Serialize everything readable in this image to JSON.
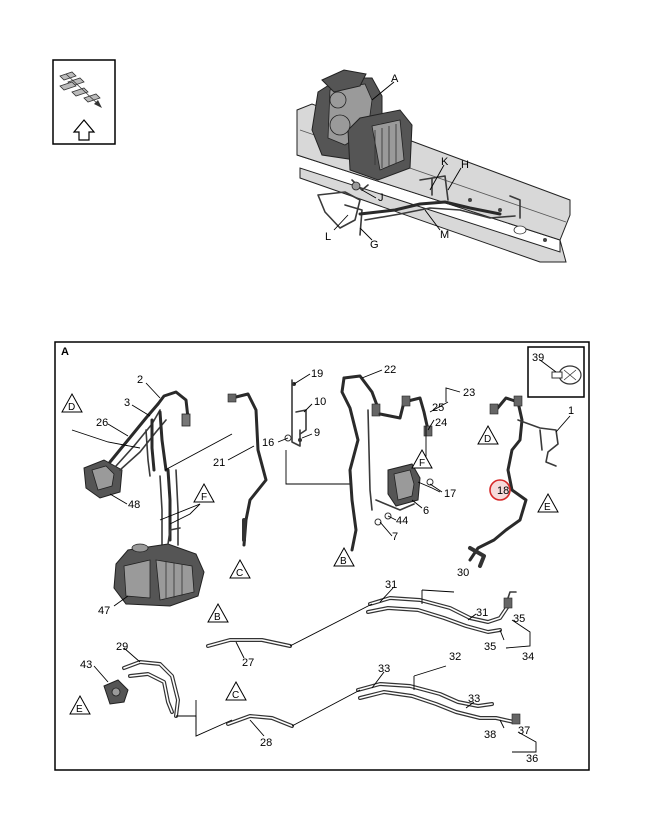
{
  "overview": {
    "labels": [
      "A",
      "K",
      "H",
      "J",
      "L",
      "G",
      "M"
    ]
  },
  "detail": {
    "label": "A",
    "callouts": [
      "2",
      "3",
      "26",
      "48",
      "47",
      "19",
      "10",
      "16",
      "9",
      "21",
      "22",
      "23",
      "25",
      "24",
      "17",
      "6",
      "39",
      "44",
      "18",
      "7",
      "1",
      "31",
      "30",
      "35",
      "34",
      "27",
      "29",
      "43",
      "33",
      "32",
      "37",
      "38",
      "36",
      "28"
    ],
    "refs": [
      "D",
      "F",
      "B",
      "C",
      "D",
      "F",
      "E",
      "B",
      "E",
      "C"
    ]
  },
  "colors": {
    "highlight": "#d62828"
  }
}
